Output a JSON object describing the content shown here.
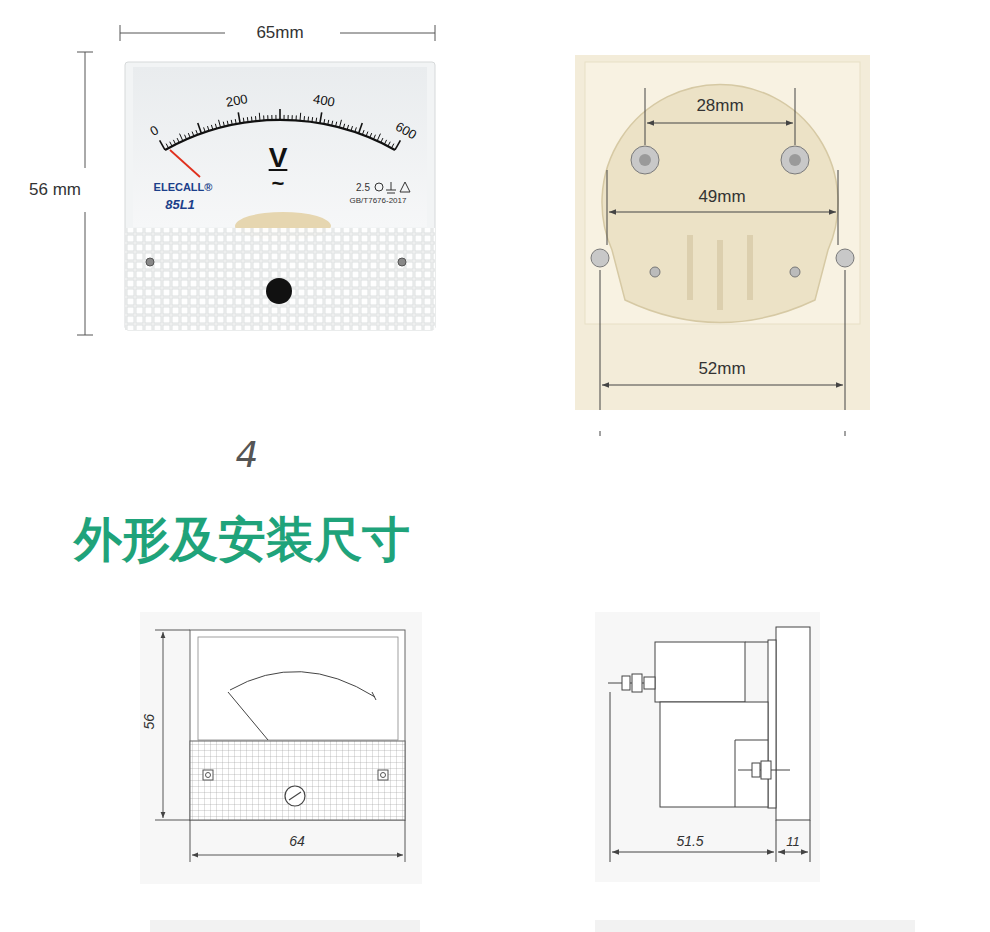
{
  "diagram": {
    "title": "外形及安装尺寸",
    "labels": [
      "65mm",
      "56 mm",
      "0",
      "200",
      "400",
      "600",
      "V",
      "~",
      "ELECALL®",
      "85L1",
      "2.5",
      "GB/T7676-2017",
      "28mm",
      "49mm",
      "52mm",
      "4",
      "56",
      "64",
      "51.5",
      "11"
    ]
  }
}
